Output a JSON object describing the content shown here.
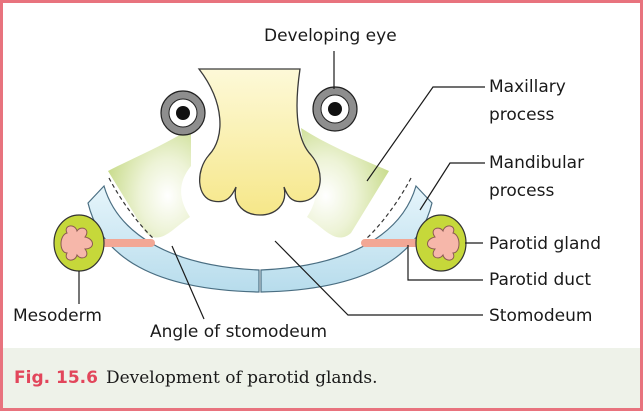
{
  "figure": {
    "labels": {
      "developing_eye": "Developing eye",
      "maxillary_line1": "Maxillary",
      "maxillary_line2": "process",
      "mandibular_line1": "Mandibular",
      "mandibular_line2": "process",
      "parotid_gland": "Parotid gland",
      "parotid_duct": "Parotid duct",
      "mesoderm": "Mesoderm",
      "angle_of_stomodeum": "Angle of stomodeum",
      "stomodeum": "Stomodeum"
    },
    "caption": {
      "number": "Fig. 15.6",
      "text": "Development of parotid glands."
    }
  },
  "colors": {
    "frame": "#e8737e",
    "caption_number": "#e2465b",
    "caption_background": "#eef2e9",
    "frontonasal": "#fbf3b4",
    "processes": "#dfe9bd",
    "mandibular_arch": "#cfe9f4",
    "gland_outer": "#c6d83a",
    "gland_inner": "#f6b7aa",
    "eye_ring": "#8e8e8e"
  }
}
